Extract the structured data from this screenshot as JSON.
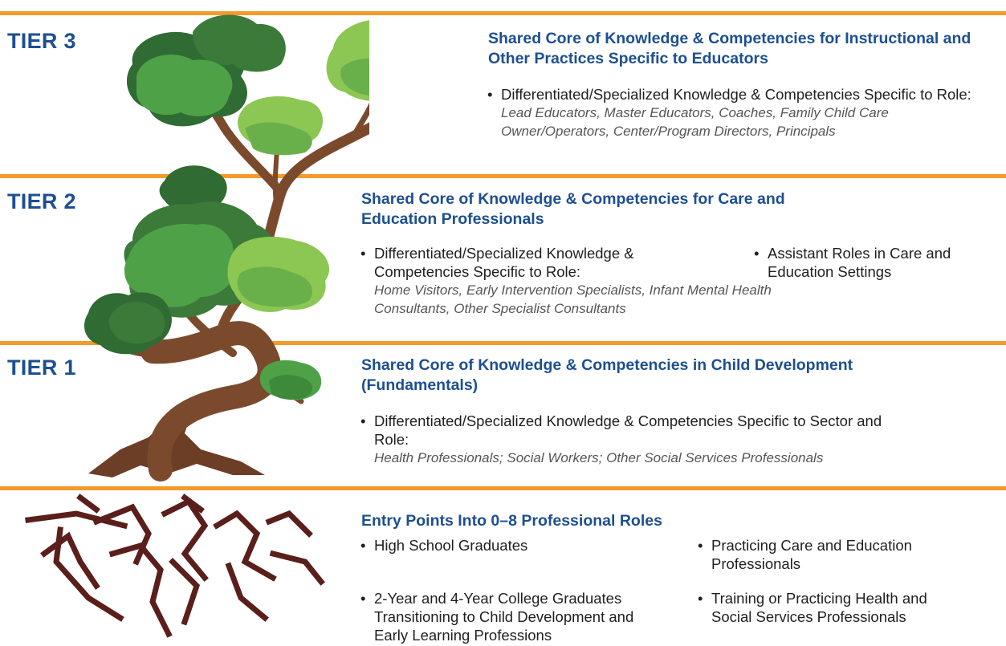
{
  "colors": {
    "rule": "#f39a2b",
    "heading": "#1d4f91",
    "trunk": "#7b4a2d",
    "root": "#5a1f1a",
    "leaf_dark": "#2f6b33",
    "leaf_mid": "#4fa148",
    "leaf_light": "#8cc653"
  },
  "tiers": [
    {
      "label": "TIER 3",
      "heading": "Shared Core of Knowledge & Competencies for Instructional and Other Practices Specific to Educators",
      "bullets": [
        {
          "text": "Differentiated/Specialized Knowledge & Competencies Specific to Role:",
          "detail": "Lead Educators, Master Educators, Coaches, Family Child Care Owner/Operators, Center/Program Directors, Principals"
        }
      ]
    },
    {
      "label": "TIER 2",
      "heading": "Shared Core of Knowledge & Competencies for Care and Education Professionals",
      "bullets": [
        {
          "text": "Differentiated/Specialized Knowledge & Competencies Specific to Role:",
          "detail": "Home Visitors, Early Intervention Specialists, Infant Mental Health Consultants, Other Specialist Consultants"
        },
        {
          "text": "Assistant Roles in Care and Education Settings",
          "detail": ""
        }
      ]
    },
    {
      "label": "TIER 1",
      "heading": "Shared Core of Knowledge & Competencies in Child Development (Fundamentals)",
      "bullets": [
        {
          "text": "Differentiated/Specialized Knowledge & Competencies Specific to Sector and Role:",
          "detail": "Health Professionals; Social Workers; Other Social Services Professionals"
        }
      ]
    }
  ],
  "entry": {
    "heading": "Entry Points Into 0–8 Professional Roles",
    "bullets": [
      "High School Graduates",
      "Practicing Care and Education Professionals",
      "2-Year and 4-Year College Graduates Transitioning to Child Development and Early Learning Professions",
      "Training or Practicing Health and Social Services Professionals"
    ]
  },
  "bullet_char": "•"
}
